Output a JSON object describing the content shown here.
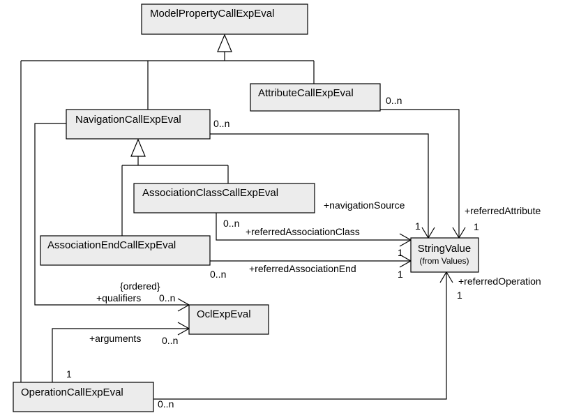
{
  "classes": {
    "model_property": "ModelPropertyCallExpEval",
    "attribute": "AttributeCallExpEval",
    "navigation": "NavigationCallExpEval",
    "association_class": "AssociationClassCallExpEval",
    "association_end": "AssociationEndCallExpEval",
    "ocl_exp": "OclExpEval",
    "operation": "OperationCallExpEval",
    "string_value": "StringValue",
    "string_value_sub": "(from Values)"
  },
  "labels": {
    "attr_mult": "0..n",
    "nav_mult": "0..n",
    "navigation_source": "+navigationSource",
    "referred_attribute": "+referredAttribute",
    "referred_attribute_mult": "1",
    "assoc_class_mult": "0..n",
    "referred_association_class": "+referredAssociationClass",
    "nav_source_mult": "1",
    "assoc_class_target_mult": "1",
    "assoc_end_mult": "0..n",
    "referred_association_end": "+referredAssociationEnd",
    "assoc_end_target_mult": "1",
    "referred_operation": "+referredOperation",
    "referred_operation_mult": "1",
    "ordered": "{ordered}",
    "qualifiers": "+qualifiers",
    "qualifiers_mult": "0..n",
    "arguments": "+arguments",
    "arguments_mult": "0..n",
    "operation_arg_mult": "1",
    "operation_mult": "0..n"
  }
}
